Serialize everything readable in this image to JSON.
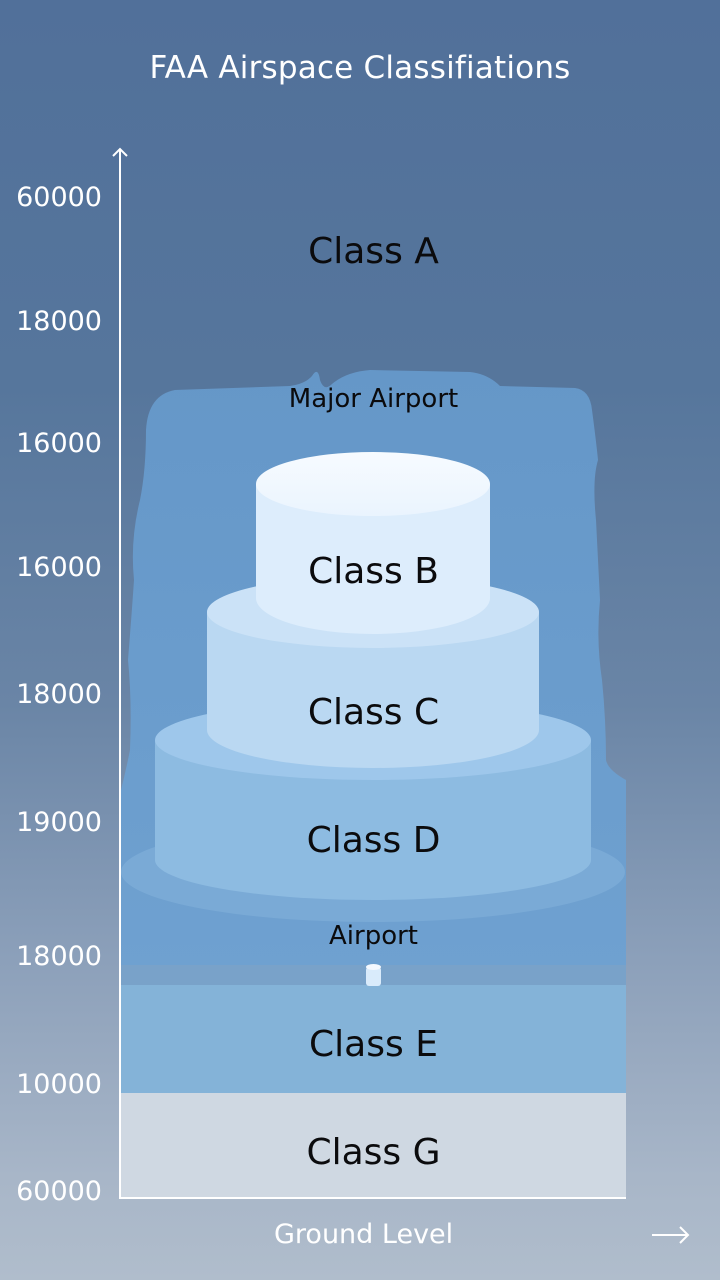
{
  "title": "FAA Airspace Classifiations",
  "y_axis": {
    "ticks": [
      "60000",
      "18000",
      "16000",
      "16000",
      "18000",
      "19000",
      "18000",
      "10000",
      "60000"
    ],
    "arrow_icon": "arrow-up-icon"
  },
  "x_axis": {
    "label": "Ground Level",
    "arrow_icon": "arrow-right-icon"
  },
  "layers": {
    "class_a": "Class A",
    "major_airport": "Major Airport",
    "class_b": "Class B",
    "class_c": "Class C",
    "class_d": "Class D",
    "airport": "Airport",
    "class_e": "Class E",
    "class_g": "Class G"
  },
  "colors": {
    "background_top": "#51709a",
    "background_bottom": "#b0bdcc",
    "class_e_region": "#6697c8",
    "class_b": "#e6f1fc",
    "class_c": "#bad8f2",
    "class_d": "#8fbae0",
    "class_e_band": "#84b3d8",
    "class_g_band": "#cfd8e2",
    "text_dark": "#0b0b0d",
    "text_light": "#ffffff"
  }
}
